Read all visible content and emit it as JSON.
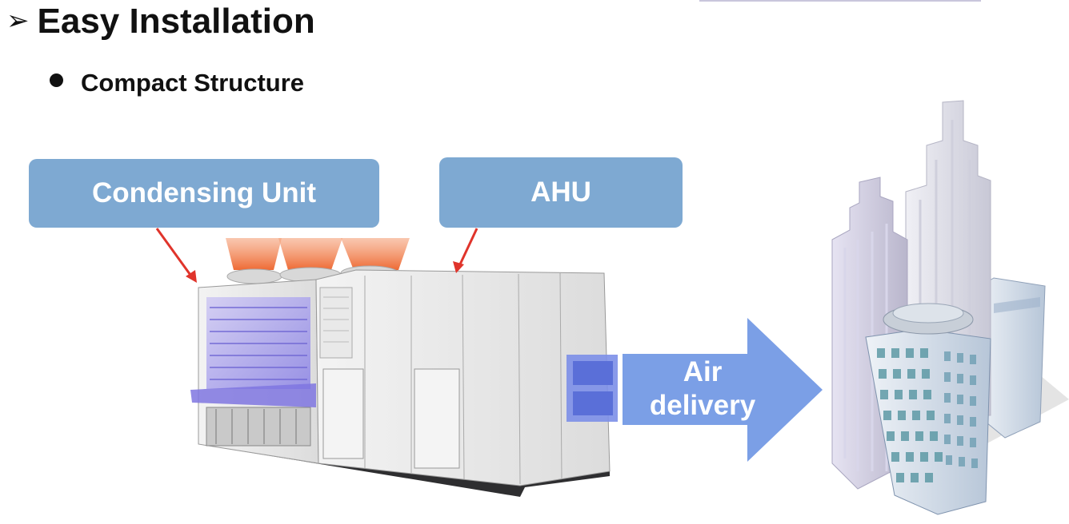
{
  "slide": {
    "heading": "Easy Installation",
    "heading_marker": "➢",
    "bullet": "Compact Structure"
  },
  "labels": {
    "condensing_unit": "Condensing Unit",
    "ahu": "AHU",
    "air_delivery_line1": "Air",
    "air_delivery_line2": "delivery"
  },
  "colors": {
    "callout_fill": "#7ea9d2",
    "pointer_arrow": "#e0342b",
    "delivery_arrow": "#7b9fe6",
    "heat_exhaust": "#f07a4a",
    "coil": "#8f86e8"
  }
}
